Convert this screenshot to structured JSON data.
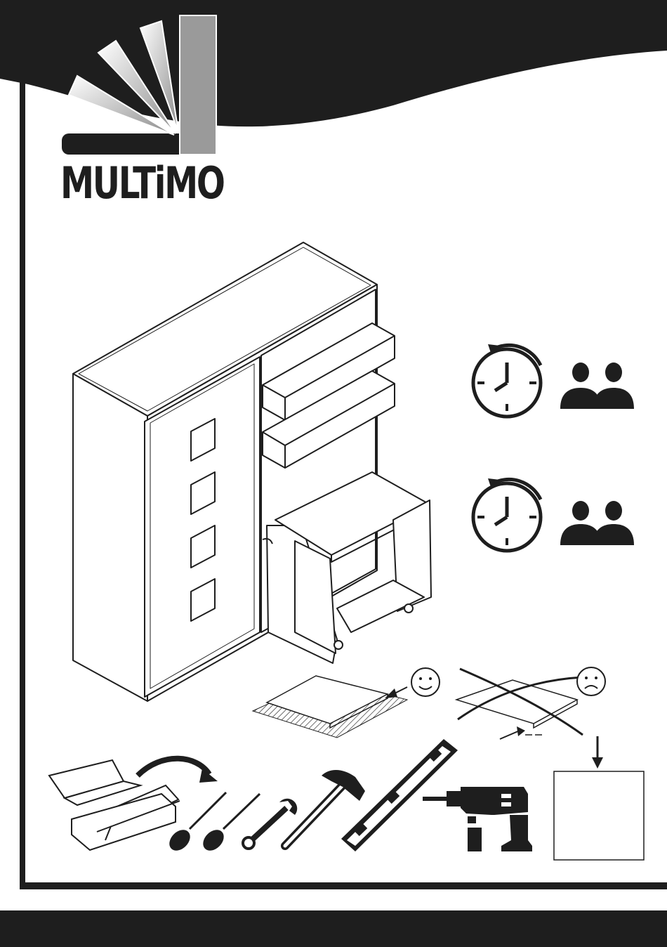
{
  "brand": {
    "name": "MULTiMO"
  },
  "colors": {
    "dark": "#1e1e1e",
    "logo_gray": "#9a9a9a",
    "paper": "#ffffff"
  },
  "assembly_info": [
    {
      "icon": "clock-icon",
      "people_icon": "two-people-icon"
    },
    {
      "icon": "clock-icon",
      "people_icon": "two-people-icon"
    }
  ],
  "work_surface_tips": [
    {
      "icon": "smiley-happy-icon",
      "meaning": "correct"
    },
    {
      "icon": "smiley-sad-icon",
      "meaning": "incorrect"
    }
  ],
  "tools": [
    "toolbox-icon",
    "screwdriver-flat-icon",
    "screwdriver-phillips-icon",
    "wrench-icon",
    "hammer-icon",
    "spirit-level-icon",
    "drill-icon"
  ]
}
